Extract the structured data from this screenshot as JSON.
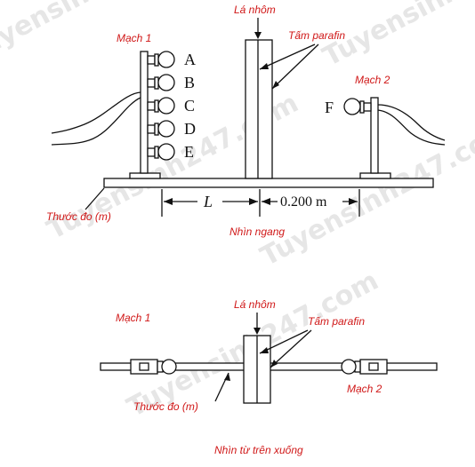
{
  "watermark": "Tuyensinh247.com",
  "side_view": {
    "caption": "Nhìn ngang",
    "circuit1_label": "Mạch 1",
    "circuit2_label": "Mạch 2",
    "aluminum_label": "Lá nhôm",
    "paraffin_label": "Tấm parafin",
    "ruler_label": "Thước đo (m)",
    "bulbs": [
      "A",
      "B",
      "C",
      "D",
      "E"
    ],
    "bulb_f": "F",
    "distance_left": "L",
    "distance_right": "0.200 m"
  },
  "top_view": {
    "caption": "Nhìn từ trên xuống",
    "circuit1_label": "Mạch 1",
    "circuit2_label": "Mạch 2",
    "aluminum_label": "Lá nhôm",
    "paraffin_label": "Tấm parafin",
    "ruler_label": "Thước đo (m)"
  }
}
